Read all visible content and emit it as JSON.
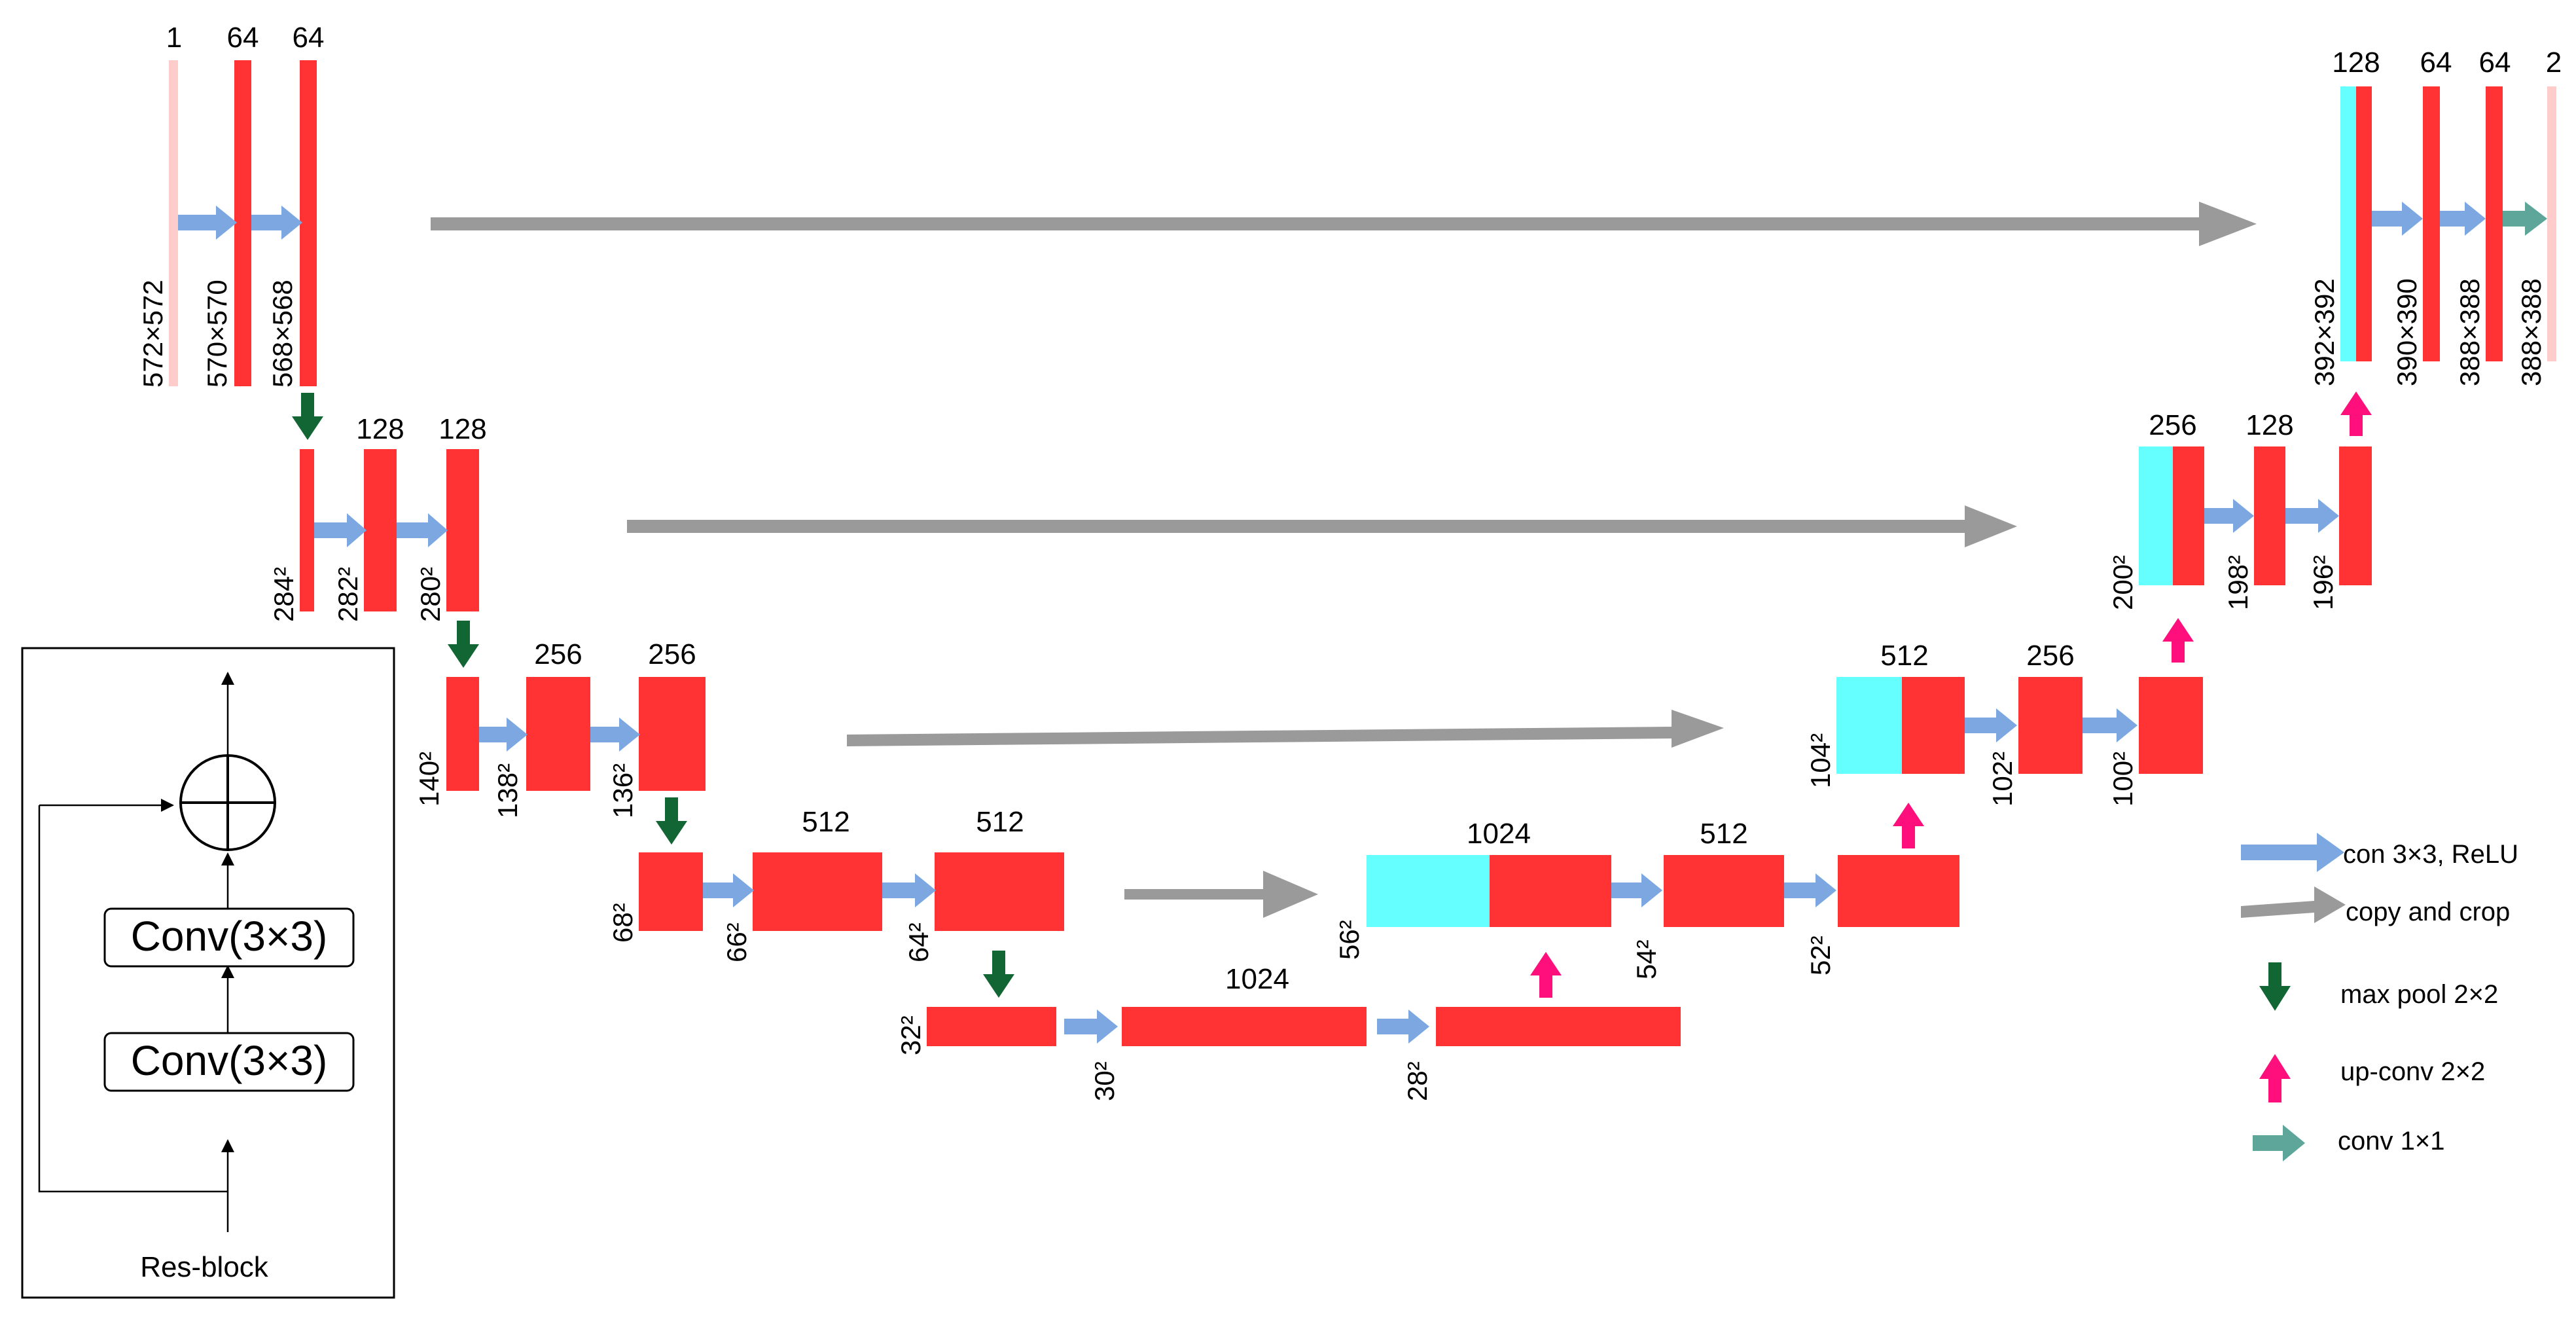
{
  "colors": {
    "layer": "#ff3333",
    "io": "#ffcccc",
    "copy": "#66ffff",
    "conv_arrow": "#7da7e0",
    "copy_arrow": "#9a9a9a",
    "pool_arrow": "#116633",
    "upconv_arrow": "#ff0f7b",
    "conv1x1_arrow": "#5ea69a"
  },
  "level1_left": {
    "channels": [
      "1",
      "64",
      "64"
    ],
    "dims": [
      "572×572",
      "570×570",
      "568×568"
    ]
  },
  "level2_left": {
    "channels": [
      "128",
      "128"
    ],
    "dims": [
      "284²",
      "282²",
      "280²"
    ]
  },
  "level3_left": {
    "channels": [
      "256",
      "256"
    ],
    "dims": [
      "140²",
      "138²",
      "136²"
    ]
  },
  "level4_left": {
    "channels": [
      "512",
      "512"
    ],
    "dims": [
      "68²",
      "66²",
      "64²"
    ]
  },
  "bottom": {
    "channels": [
      "1024"
    ],
    "dims": [
      "32²",
      "30²",
      "28²"
    ]
  },
  "level4_right": {
    "channels": [
      "1024",
      "512"
    ],
    "dims": [
      "56²",
      "54²",
      "52²"
    ]
  },
  "level3_right": {
    "channels": [
      "512",
      "256"
    ],
    "dims": [
      "104²",
      "102²",
      "100²"
    ]
  },
  "level2_right": {
    "channels": [
      "256",
      "128"
    ],
    "dims": [
      "200²",
      "198²",
      "196²"
    ]
  },
  "level1_right": {
    "channels": [
      "128",
      "64",
      "64",
      "2"
    ],
    "dims": [
      "392×392",
      "390×390",
      "388×388",
      "388×388"
    ]
  },
  "resblock": {
    "conv_top": "Conv(3×3)",
    "conv_bottom": "Conv(3×3)",
    "title": "Res-block"
  },
  "legend": {
    "conv": "con 3×3, ReLU",
    "copy": "copy and crop",
    "pool": "max pool 2×2",
    "upconv": "up-conv 2×2",
    "conv1x1": "conv 1×1"
  }
}
